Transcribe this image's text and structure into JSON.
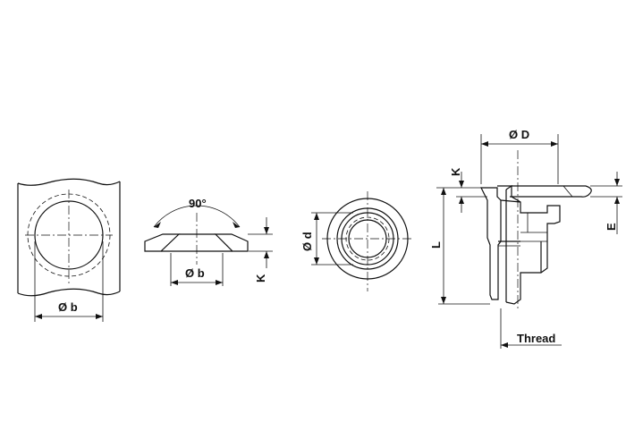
{
  "labels": {
    "phi_b_left": "Ø b",
    "angle": "90°",
    "phi_b_mid": "Ø b",
    "k_mid": "K",
    "phi_d_small": "Ø d",
    "phi_D": "Ø D",
    "k_right": "K",
    "L": "L",
    "E": "E",
    "thread": "Thread"
  }
}
